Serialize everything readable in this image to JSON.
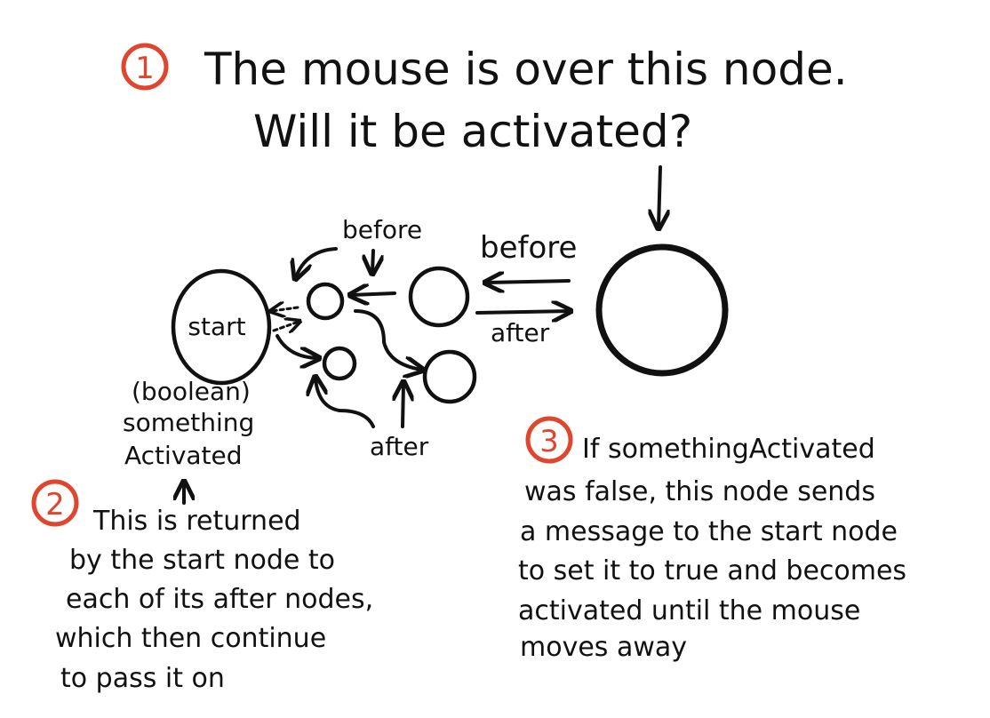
{
  "heading": {
    "number": "1",
    "line1": "The mouse is over this node.",
    "line2": "Will it be activated?"
  },
  "nodes": {
    "start": "start"
  },
  "edge_labels": {
    "before_left": "before",
    "before_right": "before",
    "after_right": "after",
    "after_bottom": "after"
  },
  "variable": {
    "type": "(boolean)",
    "name_line1": "something",
    "name_line2": "Activated"
  },
  "note2": {
    "number": "2",
    "lines": [
      "This is returned",
      "by the start node to",
      "each of its after nodes,",
      "which then continue",
      "to pass it on"
    ]
  },
  "note3": {
    "number": "3",
    "lines": [
      "If somethingActivated",
      "was false, this node sends",
      "a message to the start node",
      "to set it to true and becomes",
      "activated until the mouse",
      "moves away"
    ]
  },
  "colors": {
    "ink": "#111111",
    "badge": "#e0452d",
    "background": "#ffffff"
  }
}
